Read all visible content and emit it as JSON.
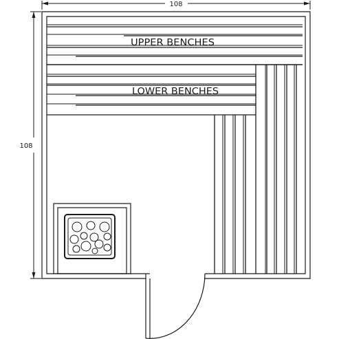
{
  "dimensions": {
    "width": "108",
    "height": "108"
  },
  "labels": {
    "upper_benches": "UPPER BENCHES",
    "lower_benches": "LOWER BENCHES"
  },
  "colors": {
    "line": "#1a1a1a",
    "background": "#ffffff"
  },
  "icons": {
    "heater": "sauna-heater-with-stones-icon",
    "door": "door-swing-icon"
  }
}
